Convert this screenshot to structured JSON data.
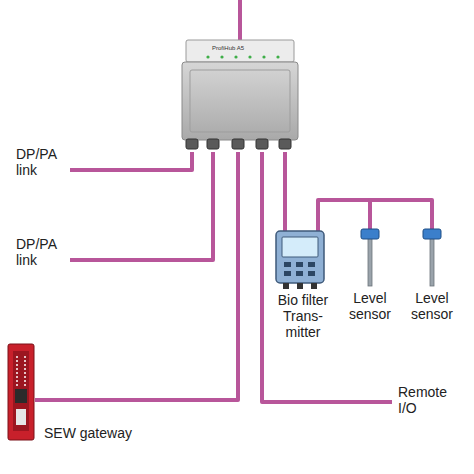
{
  "diagram": {
    "nodes": [
      {
        "text": [
          "ProfiHub A5"
        ]
      },
      {
        "text": [
          "DP/PA link"
        ]
      },
      {
        "text": [
          "DP/PA link"
        ]
      },
      {
        "text": [
          "SEW gateway"
        ]
      },
      {
        "text": [
          "Bio filter Trans- mitter"
        ]
      },
      {
        "text": [
          "Level sensor"
        ]
      },
      {
        "text": [
          "Level sensor"
        ]
      },
      {
        "text": [
          "Remote I/O"
        ]
      }
    ],
    "edges": [
      {
        "from": 0,
        "to": 1,
        "arrow": "none"
      },
      {
        "from": 0,
        "to": 2,
        "arrow": "none"
      },
      {
        "from": 0,
        "to": 3,
        "arrow": "none"
      },
      {
        "from": 0,
        "to": 4,
        "arrow": "none"
      },
      {
        "from": 0,
        "to": 7,
        "arrow": "none"
      },
      {
        "from": 4,
        "to": 5,
        "arrow": "none"
      },
      {
        "from": 5,
        "to": 6,
        "arrow": "none"
      }
    ]
  }
}
